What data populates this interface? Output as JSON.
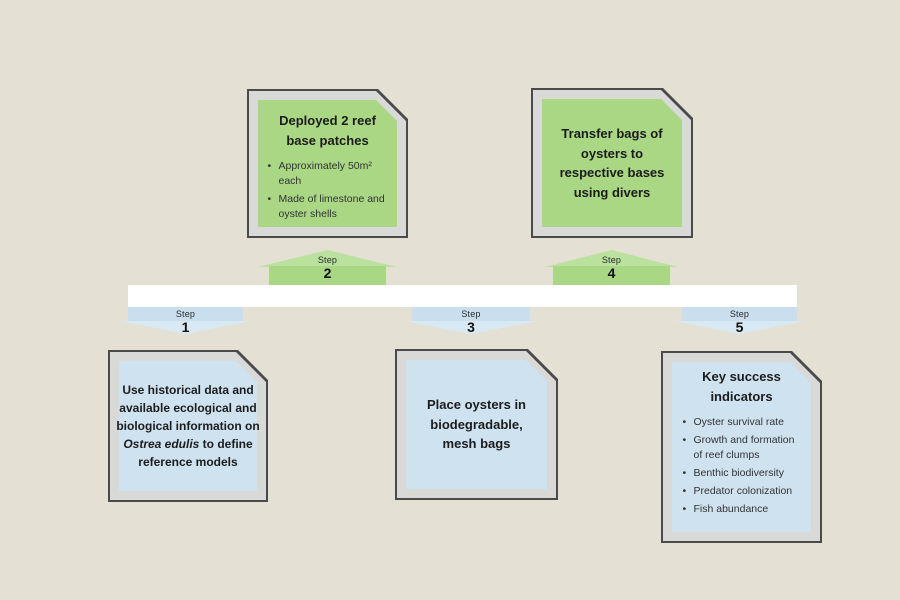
{
  "background_color": "#e4e0d4",
  "timeline": {
    "bar_color": "#ffffff"
  },
  "colors": {
    "green_card": "#a9d783",
    "green_marker_tip": "#bbe19e",
    "blue_card": "#cfe2f0",
    "blue_marker": "#c9dfee",
    "blue_marker_tip": "#d8e9f4",
    "card_frame_gray": "#d9d9d7",
    "card_outline": "#4a4a4a",
    "text": "#1c1c1c"
  },
  "steps": [
    {
      "marker": {
        "step_word": "Step",
        "number": "1"
      },
      "position": "below",
      "card": {
        "title_parts": [
          {
            "text": "Use historical data and available ecological and biological information on "
          },
          {
            "text": "Ostrea edulis",
            "italic": true
          },
          {
            "text": " to define reference models"
          }
        ],
        "bullets": []
      }
    },
    {
      "marker": {
        "step_word": "Step",
        "number": "2"
      },
      "position": "above",
      "card": {
        "title": "Deployed 2 reef base patches",
        "bullets": [
          "Approximately 50m² each",
          "Made of limestone and oyster shells"
        ]
      }
    },
    {
      "marker": {
        "step_word": "Step",
        "number": "3"
      },
      "position": "below",
      "card": {
        "title": "Place oysters in biodegradable, mesh bags",
        "bullets": []
      }
    },
    {
      "marker": {
        "step_word": "Step",
        "number": "4"
      },
      "position": "above",
      "card": {
        "title": "Transfer bags of oysters to respective bases using divers",
        "bullets": []
      }
    },
    {
      "marker": {
        "step_word": "Step",
        "number": "5"
      },
      "position": "below",
      "card": {
        "title": "Key success indicators",
        "bullets": [
          "Oyster survival rate",
          "Growth and formation of reef clumps",
          "Benthic biodiversity",
          "Predator colonization",
          "Fish abundance"
        ]
      }
    }
  ]
}
